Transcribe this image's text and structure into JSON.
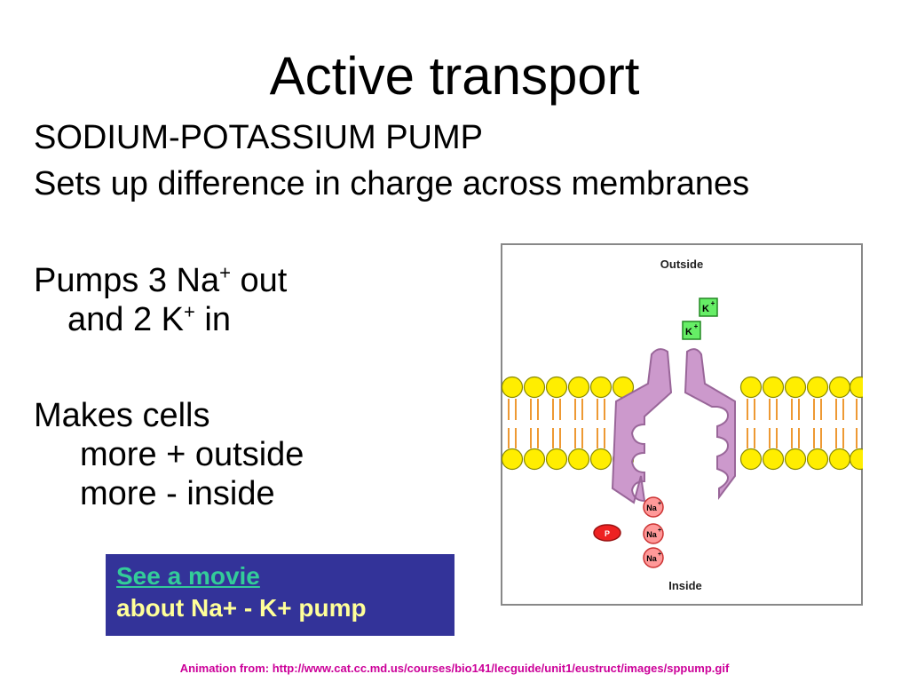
{
  "slide": {
    "title": "Active transport",
    "subtitle1": "SODIUM-POTASSIUM PUMP",
    "subtitle2": "Sets up difference in charge across membranes"
  },
  "pumps": {
    "line1_pre": "Pumps 3 Na",
    "line1_sup": "+",
    "line1_post": " out",
    "line2_pre": "and 2 K",
    "line2_sup": "+",
    "line2_post": " in"
  },
  "makes": {
    "line1": "Makes cells",
    "line2": "more + outside",
    "line3": "more - inside"
  },
  "diagram": {
    "outside_label": "Outside",
    "inside_label": "Inside",
    "k_label": "K",
    "na_label": "Na",
    "ion_sup": "+",
    "p_label": "P"
  },
  "movie_box": {
    "link_text": "See a movie",
    "about_text": "about Na+ - K+ pump"
  },
  "credit": "Animation from: http://www.cat.cc.md.us/courses/bio141/lecguide/unit1/eustruct/images/sppump.gif",
  "colors": {
    "movie_bg": "#333399",
    "link": "#33cc99",
    "about": "#ffff99",
    "credit": "#cc0099",
    "protein": "#cc99cc",
    "head": "#ffee00",
    "k_box": "#66ee66",
    "na_ion": "#ff9999",
    "p_ion": "#ee2222"
  }
}
